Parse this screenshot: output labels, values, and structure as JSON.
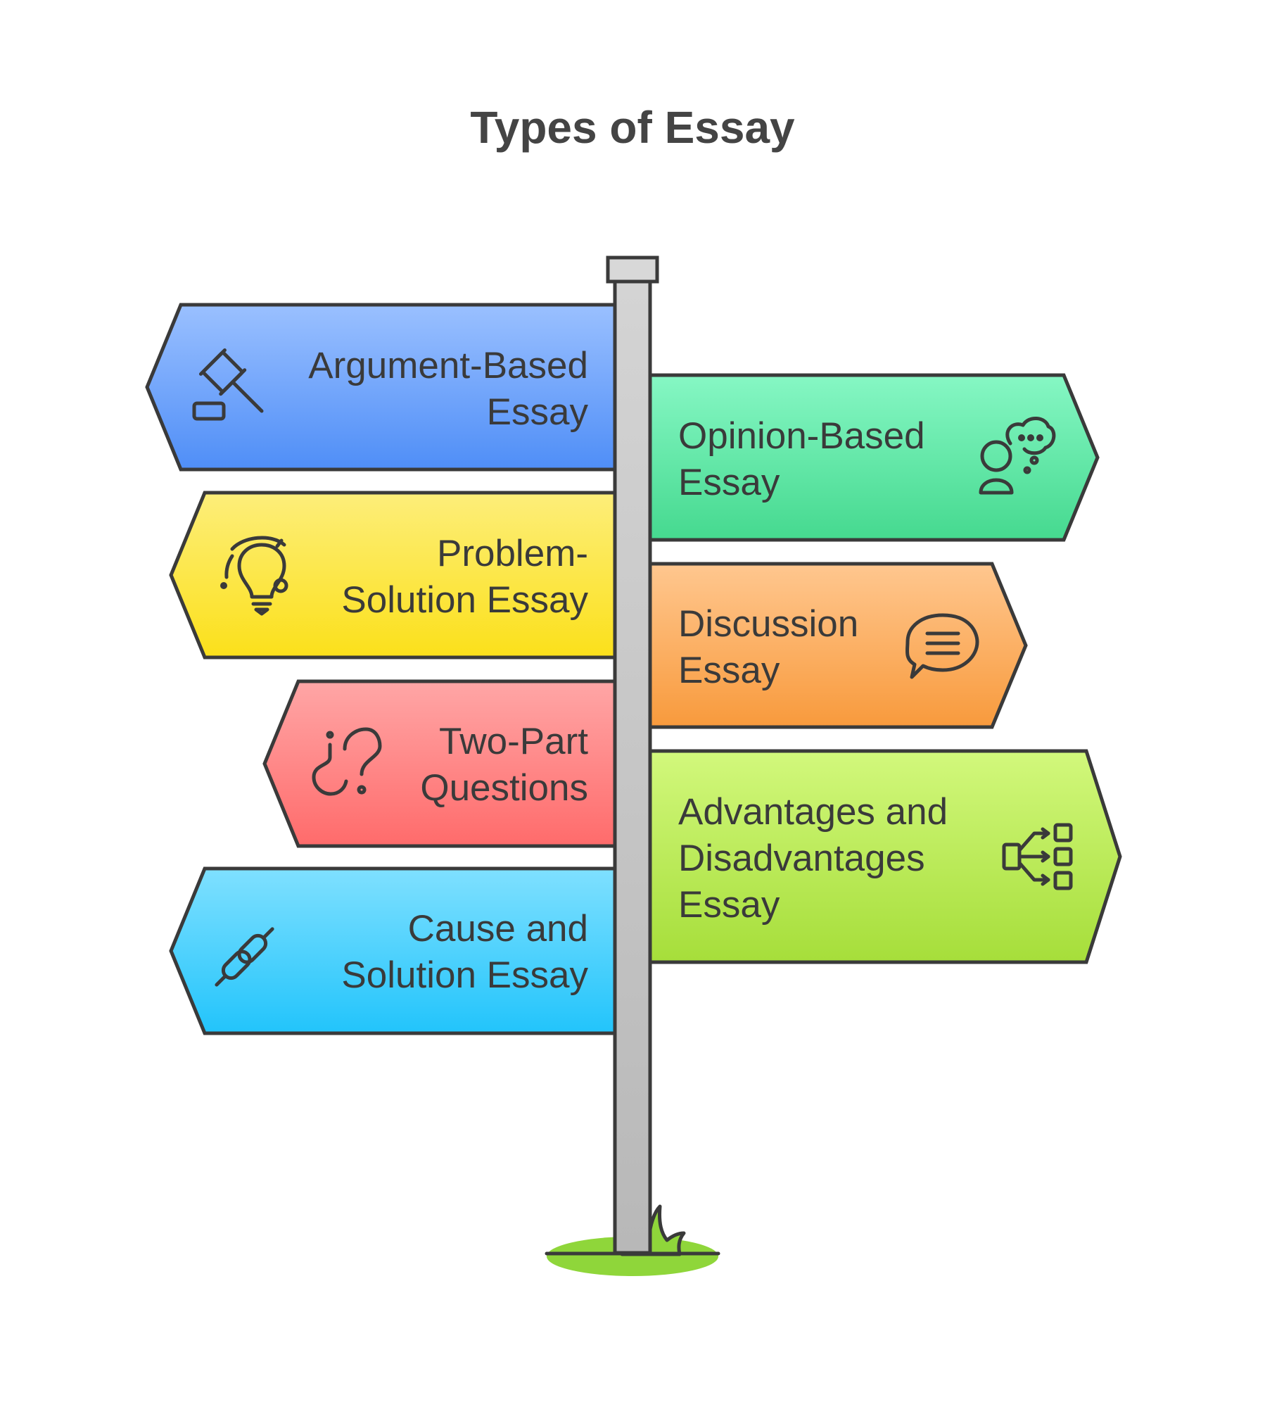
{
  "title": "Types of Essay",
  "colors": {
    "ink": "#3a3a3a",
    "pole": "#c6c6c6",
    "grass": "#8fd63a"
  },
  "signs": [
    {
      "side": "left",
      "lines": [
        "Argument-Based",
        "Essay"
      ],
      "icon": "gavel-icon",
      "color_top": "#9ac0ff",
      "color_bottom": "#4f8ef7"
    },
    {
      "side": "right",
      "lines": [
        "Opinion-Based",
        "Essay"
      ],
      "icon": "person-thinking-icon",
      "color_top": "#86f7c4",
      "color_bottom": "#45d98f"
    },
    {
      "side": "left",
      "lines": [
        "Problem-",
        "Solution Essay"
      ],
      "icon": "lightbulb-icon",
      "color_top": "#fdee7a",
      "color_bottom": "#fbe01a"
    },
    {
      "side": "right",
      "lines": [
        "Discussion",
        "Essay"
      ],
      "icon": "speech-bubble-icon",
      "color_top": "#ffc78f",
      "color_bottom": "#f89a3c"
    },
    {
      "side": "left",
      "lines": [
        "Two-Part",
        "Questions"
      ],
      "icon": "question-marks-icon",
      "color_top": "#ffa6a6",
      "color_bottom": "#ff6b6b"
    },
    {
      "side": "right",
      "lines": [
        "Advantages and",
        "Disadvantages",
        "Essay"
      ],
      "icon": "flow-branch-icon",
      "color_top": "#d2f87c",
      "color_bottom": "#a6de3a"
    },
    {
      "side": "left",
      "lines": [
        "Cause and",
        "Solution Essay"
      ],
      "icon": "chain-link-icon",
      "color_top": "#7fe0ff",
      "color_bottom": "#22c4fb"
    }
  ]
}
